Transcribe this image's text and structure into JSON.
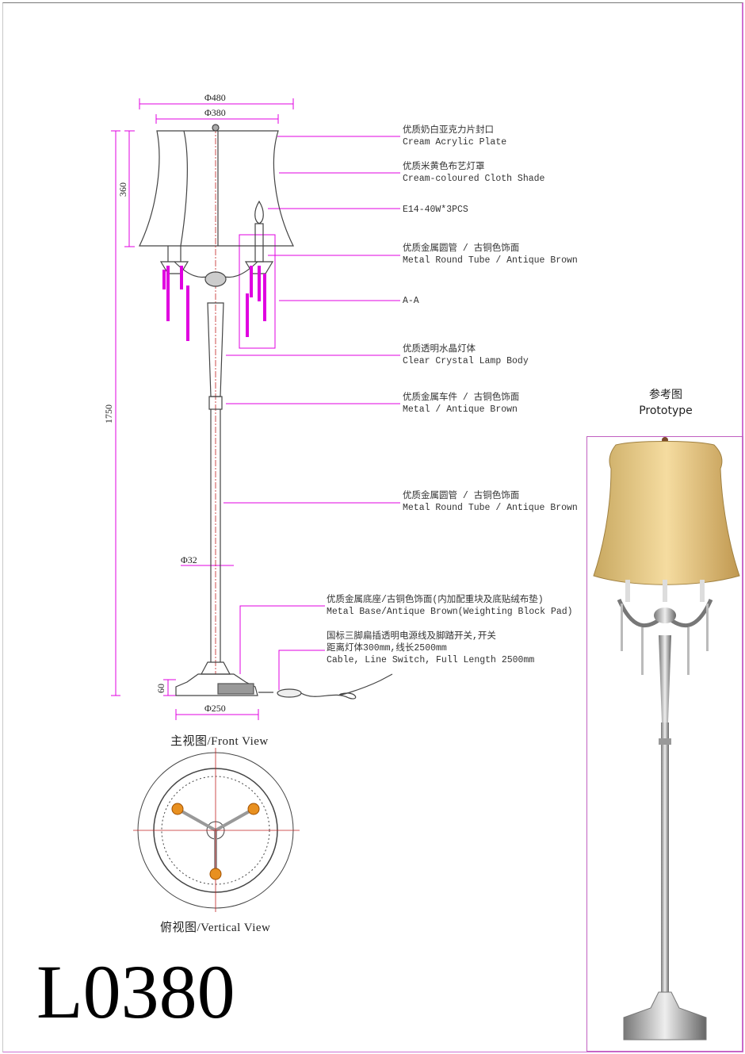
{
  "dimensions": {
    "shade_bottom_diameter": "Φ480",
    "shade_top_diameter": "Φ380",
    "shade_height": "360",
    "total_height": "1750",
    "tube_diameter": "Φ32",
    "base_height": "60",
    "base_diameter": "Φ250"
  },
  "callouts": [
    {
      "cn": "优质奶白亚克力片封口",
      "en": "Cream Acrylic Plate"
    },
    {
      "cn": "优质米黄色布艺灯罩",
      "en": "Cream-coloured Cloth Shade"
    },
    {
      "cn": "",
      "en": "E14-40W*3PCS"
    },
    {
      "cn": "优质金属圆管 / 古铜色饰面",
      "en": "Metal Round Tube / Antique Brown"
    },
    {
      "cn": "",
      "en": "A-A"
    },
    {
      "cn": "优质透明水晶灯体",
      "en": "Clear Crystal Lamp Body"
    },
    {
      "cn": "优质金属车件 / 古铜色饰面",
      "en": "Metal / Antique Brown"
    },
    {
      "cn": "优质金属圆管 / 古铜色饰面",
      "en": "Metal Round Tube / Antique Brown"
    },
    {
      "cn": "优质金属底座/古铜色饰面(内加配重块及底贴绒布垫)",
      "en": "Metal Base/Antique Brown(Weighting Block Pad)"
    },
    {
      "cn": "国标三脚扁插透明电源线及脚踏开关,开关",
      "cn2": "距离灯体300mm,线长2500mm",
      "en": "Cable, Line Switch, Full Length 2500mm"
    }
  ],
  "views": {
    "front": "主视图/Front View",
    "top": "俯视图/Vertical View"
  },
  "prototype": {
    "cn": "参考图",
    "en": "Prototype"
  },
  "model_number": "L0380",
  "colors": {
    "dimension": "#e000e0",
    "shade": "#e8c878",
    "line": "#444444"
  }
}
